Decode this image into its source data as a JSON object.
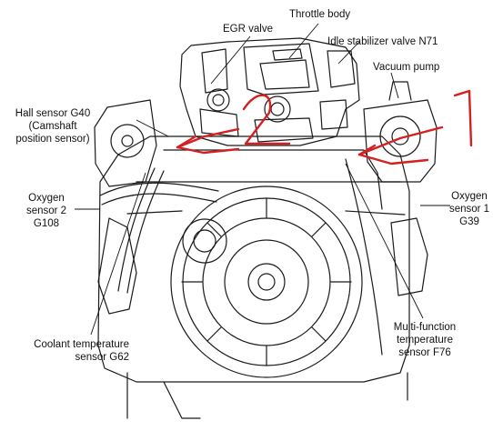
{
  "labels": {
    "throttle_body": "Throttle body",
    "egr_valve": "EGR valve",
    "idle_valve": "Idle stabilizer valve N71",
    "vacuum_pump": "Vacuum pump",
    "hall_sensor": [
      "Hall sensor G40",
      "(Camshaft",
      "position sensor)"
    ],
    "o2_sensor_2": [
      "Oxygen",
      "sensor 2",
      "G108"
    ],
    "o2_sensor_1": [
      "Oxygen",
      "sensor 1",
      "G39"
    ],
    "coolant_sensor": [
      "Coolant temperature",
      "sensor G62"
    ],
    "multifunction_sensor": [
      "Multi-function",
      "temperature",
      "sensor F76"
    ]
  },
  "annotations": {
    "handwritten_numbers": [
      "1",
      "2"
    ],
    "annotation_color": "#d42020"
  },
  "colors": {
    "line_art": "#1a1a1a",
    "background": "#ffffff"
  }
}
